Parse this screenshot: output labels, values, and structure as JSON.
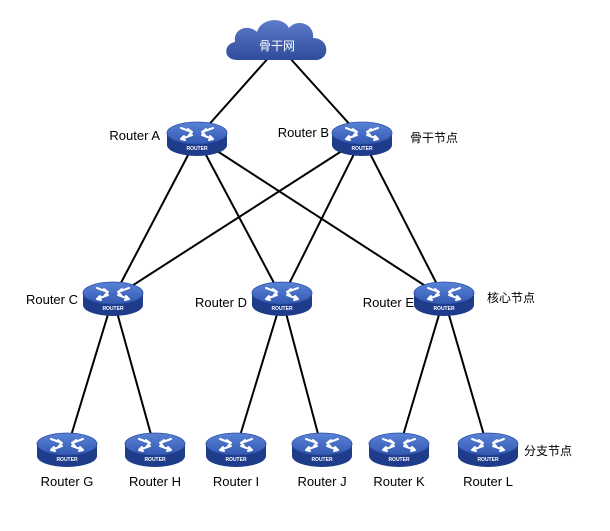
{
  "backbone_network": "骨干网",
  "device_text": "ROUTER",
  "colors": {
    "cloud": "#3E5BAA",
    "router_top": "#3F66C2",
    "router_side": "#1E3C8A",
    "link": "#000000"
  },
  "tiers": {
    "backbone": "骨干节点",
    "core": "核心节点",
    "branch": "分支节点"
  },
  "routers": [
    {
      "id": "A",
      "label": "Router A",
      "icon": "router-icon"
    },
    {
      "id": "B",
      "label": "Router B",
      "icon": "router-icon"
    },
    {
      "id": "C",
      "label": "Router C",
      "icon": "router-icon"
    },
    {
      "id": "D",
      "label": "Router D",
      "icon": "router-icon"
    },
    {
      "id": "E",
      "label": "Router E",
      "icon": "router-icon"
    },
    {
      "id": "G",
      "label": "Router G",
      "icon": "router-icon"
    },
    {
      "id": "H",
      "label": "Router H",
      "icon": "router-icon"
    },
    {
      "id": "I",
      "label": "Router I",
      "icon": "router-icon"
    },
    {
      "id": "J",
      "label": "Router J",
      "icon": "router-icon"
    },
    {
      "id": "K",
      "label": "Router K",
      "icon": "router-icon"
    },
    {
      "id": "L",
      "label": "Router L",
      "icon": "router-icon"
    }
  ],
  "links": [
    [
      "cloud",
      "A"
    ],
    [
      "cloud",
      "B"
    ],
    [
      "A",
      "C"
    ],
    [
      "A",
      "D"
    ],
    [
      "A",
      "E"
    ],
    [
      "B",
      "C"
    ],
    [
      "B",
      "D"
    ],
    [
      "B",
      "E"
    ],
    [
      "C",
      "G"
    ],
    [
      "C",
      "H"
    ],
    [
      "D",
      "I"
    ],
    [
      "D",
      "J"
    ],
    [
      "E",
      "K"
    ],
    [
      "E",
      "L"
    ]
  ]
}
